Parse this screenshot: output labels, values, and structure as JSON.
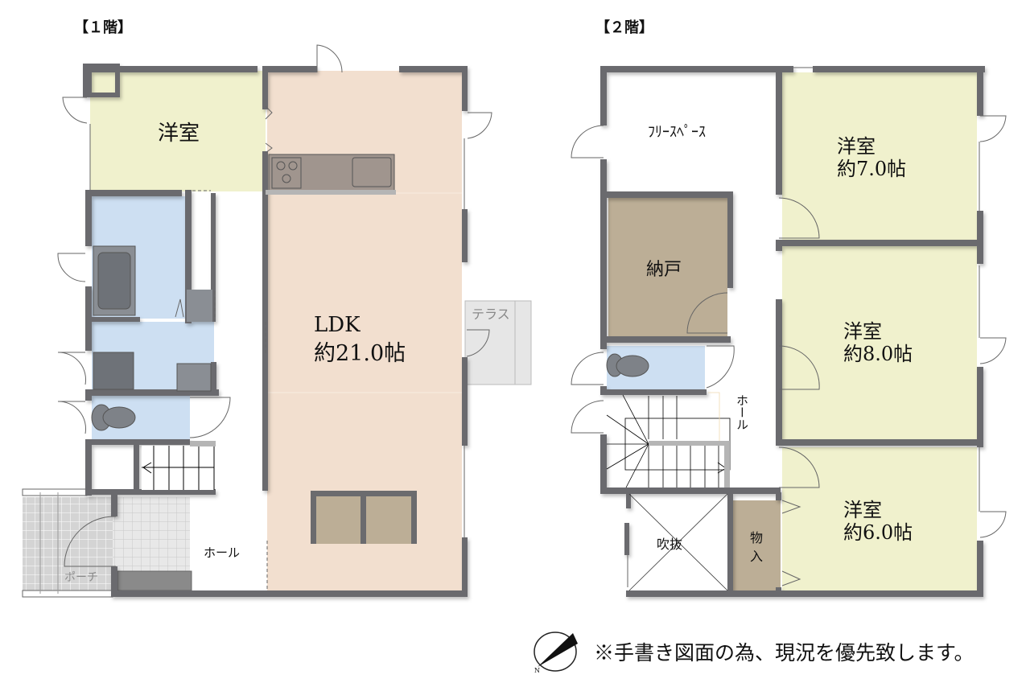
{
  "floor1": {
    "title": "【１階】",
    "rooms": {
      "western": "洋室",
      "ldk_name": "LDK",
      "ldk_size": "約21.0帖",
      "hall": "ホール",
      "porch": "ポーチ",
      "terrace": "テラス"
    }
  },
  "floor2": {
    "title": "【２階】",
    "rooms": {
      "free_space": "ﾌﾘｰｽﾍﾟｰｽ",
      "western_a_name": "洋室",
      "western_a_size": "約7.0帖",
      "storage": "納戸",
      "western_b_name": "洋室",
      "western_b_size": "約8.0帖",
      "hall": "ホール",
      "western_c_name": "洋室",
      "western_c_size": "約6.0帖",
      "void": "吹抜",
      "closet_1": "物",
      "closet_2": "入"
    }
  },
  "footer": {
    "note": "※手書き図面の為、現況を優先致します。",
    "compass": "N"
  },
  "colors": {
    "wall": "#6b6b6e",
    "western_room": "#f0f1cd",
    "ldk": "#f2dfcf",
    "wet_area": "#cddff2",
    "storage": "#bcae96",
    "kitchen": "#a0958e",
    "porch_tile": "#d6d6d6",
    "terrace": "#e6e6e6"
  }
}
